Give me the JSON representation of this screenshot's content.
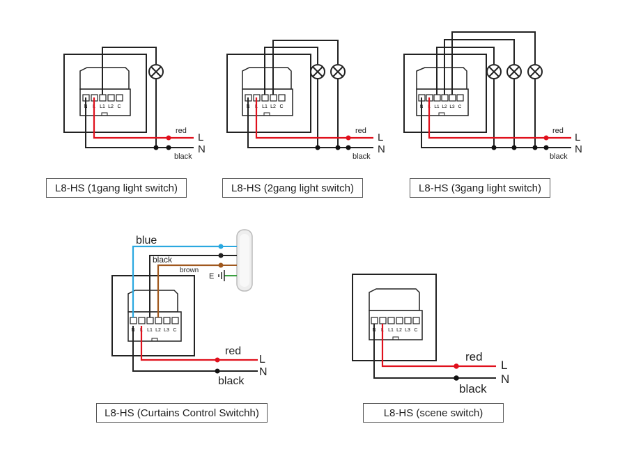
{
  "diagrams": [
    {
      "caption": "L8-HS (1gang light switch)",
      "terminals": [
        "N",
        "L",
        "L1",
        "L2",
        "C"
      ],
      "wire_labels": {
        "red": "red",
        "black": "black"
      },
      "line_labels": {
        "live": "L",
        "neutral": "N"
      },
      "lamp_count": 1
    },
    {
      "caption": "L8-HS (2gang light switch)",
      "terminals": [
        "N",
        "L",
        "L1",
        "L2",
        "C"
      ],
      "wire_labels": {
        "red": "red",
        "black": "black"
      },
      "line_labels": {
        "live": "L",
        "neutral": "N"
      },
      "lamp_count": 2
    },
    {
      "caption": "L8-HS (3gang light switch)",
      "terminals": [
        "N",
        "L",
        "L1",
        "L2",
        "L3",
        "C"
      ],
      "wire_labels": {
        "red": "red",
        "black": "black"
      },
      "line_labels": {
        "live": "L",
        "neutral": "N"
      },
      "lamp_count": 3
    },
    {
      "caption": "L8-HS (Curtains Control Switchh)",
      "terminals": [
        "N",
        "L",
        "L1",
        "L2",
        "L3",
        "C"
      ],
      "wire_labels": {
        "red": "red",
        "black": "black",
        "blue": "blue",
        "black_motor": "black",
        "brown": "brown",
        "earth": "E"
      },
      "line_labels": {
        "live": "L",
        "neutral": "N"
      }
    },
    {
      "caption": "L8-HS (scene switch)",
      "terminals": [
        "N",
        "L",
        "L1",
        "L2",
        "L3",
        "C"
      ],
      "wire_labels": {
        "red": "red",
        "black": "black"
      },
      "line_labels": {
        "live": "L",
        "neutral": "N"
      }
    }
  ],
  "colors": {
    "live_wire": "#e0101c",
    "neutral_wire": "#1a1a1a",
    "blue_wire": "#2aa8e0",
    "brown_wire": "#a0581e",
    "earth_wire": "#3aa040"
  }
}
